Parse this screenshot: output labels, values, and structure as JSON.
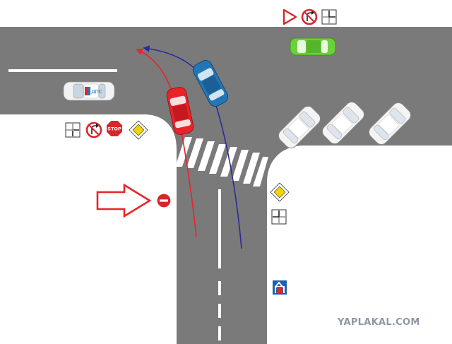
{
  "scene": {
    "road_color": "#7a7a7a",
    "ground_color": "#ffffff",
    "marking_color": "#ffffff"
  },
  "vehicles": {
    "red_car": {
      "color": "#e8242a"
    },
    "blue_car": {
      "color": "#2276b8"
    },
    "green_car": {
      "color": "#6cd03a"
    },
    "police_car": {
      "color": "#f2f2f2",
      "label": "ДПС"
    },
    "parked_cars": {
      "color": "#f4f4f4"
    }
  },
  "paths": {
    "red": {
      "color": "#e8242a"
    },
    "blue": {
      "color": "#2b2b9a"
    }
  },
  "signs": {
    "stop": {
      "label": "STOP",
      "color": "#d8262b"
    },
    "priority_road": {
      "color": "#f1d400"
    },
    "no_entry": {
      "color": "#d8262b"
    },
    "give_way": {
      "color": "#d8262b"
    },
    "no_right_turn": {
      "color": "#d8262b"
    },
    "one_way_dead_end": {
      "color": "#1f5fb0"
    },
    "direction_plate": {
      "color": "#ffffff"
    }
  },
  "pointer_arrow": {
    "color": "#e8242a"
  },
  "watermark": {
    "text": "YAPLAKAL.COM"
  }
}
